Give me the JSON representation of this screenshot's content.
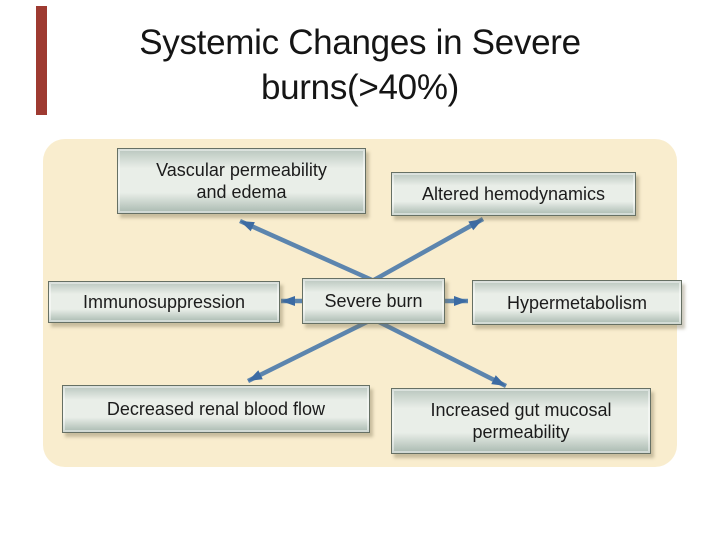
{
  "slide": {
    "title": {
      "line1": "Systemic Changes in Severe",
      "line2": "burns(>40%)"
    }
  },
  "diagram": {
    "center_node": {
      "id": "severe-burn",
      "label": "Severe burn"
    },
    "nodes": [
      {
        "id": "vascular-permeability-and-edema",
        "line1": "Vascular permeability",
        "line2": "and edema"
      },
      {
        "id": "altered-hemodynamics",
        "line1": "Altered hemodynamics",
        "line2": ""
      },
      {
        "id": "immunosuppression",
        "line1": "Immunosuppression",
        "line2": ""
      },
      {
        "id": "hypermetabolism",
        "line1": "Hypermetabolism",
        "line2": ""
      },
      {
        "id": "decreased-renal-blood-flow",
        "line1": "Decreased renal blood flow",
        "line2": ""
      },
      {
        "id": "increased-gut-mucosal-permeability",
        "line1": "Increased gut mucosal",
        "line2": "permeability"
      }
    ],
    "arrows": [
      {
        "from": "severe-burn",
        "to": "vascular-permeability-and-edema"
      },
      {
        "from": "severe-burn",
        "to": "altered-hemodynamics"
      },
      {
        "from": "severe-burn",
        "to": "immunosuppression"
      },
      {
        "from": "severe-burn",
        "to": "hypermetabolism"
      },
      {
        "from": "severe-burn",
        "to": "decreased-renal-blood-flow"
      },
      {
        "from": "severe-burn",
        "to": "increased-gut-mucosal-permeability"
      }
    ]
  },
  "colors": {
    "accent_bar": "#9e3a31",
    "panel_background": "#f9edce",
    "box_fill": "#e9eee8",
    "box_edge": "#667064",
    "arrow_shaft": "#5c85ae",
    "arrow_head": "#3c6ba3",
    "title_text": "#151515",
    "box_text": "#1c1c1c"
  }
}
